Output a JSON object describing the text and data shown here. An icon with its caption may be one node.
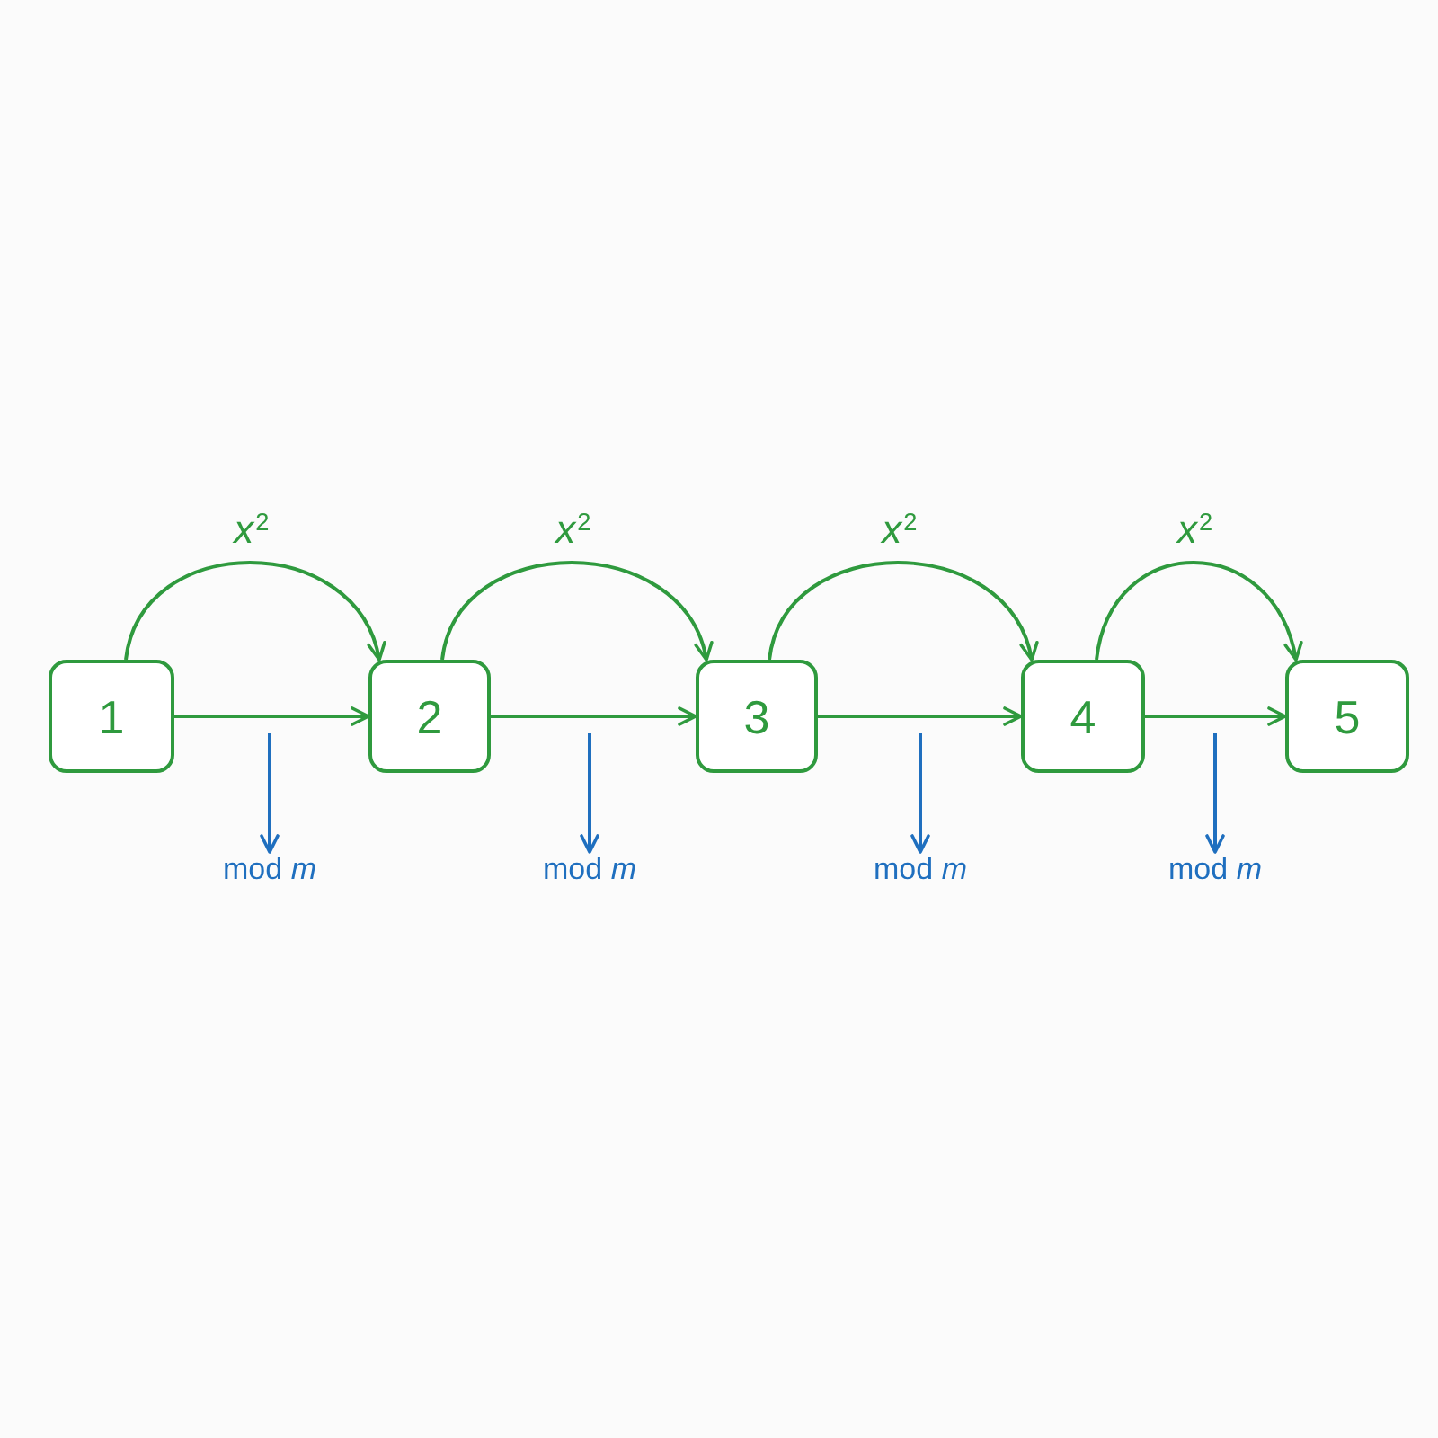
{
  "diagram": {
    "nodes": [
      {
        "text": [
          "1"
        ]
      },
      {
        "text": [
          "2"
        ]
      },
      {
        "text": [
          "3"
        ]
      },
      {
        "text": [
          "4"
        ]
      },
      {
        "text": [
          "5"
        ]
      },
      {
        "text": [
          "mod *m*"
        ]
      },
      {
        "text": [
          "mod *m*"
        ]
      },
      {
        "text": [
          "mod *m*"
        ]
      },
      {
        "text": [
          "mod *m*"
        ]
      }
    ],
    "edges": [
      {
        "from": 0,
        "to": 1,
        "arrow": "to",
        "label": "*x*$^{2}$"
      },
      {
        "from": 0,
        "to": 1,
        "arrow": "to"
      },
      {
        "from": null,
        "to": 5,
        "arrow": "to",
        "color": "#1f6fbf"
      },
      {
        "from": 1,
        "to": 2,
        "arrow": "to",
        "label": "*x*$^{2}$"
      },
      {
        "from": 1,
        "to": 2,
        "arrow": "to"
      },
      {
        "from": null,
        "to": 6,
        "arrow": "to",
        "color": "#1f6fbf"
      },
      {
        "from": 2,
        "to": 3,
        "arrow": "to",
        "label": "*x*$^{2}$"
      },
      {
        "from": 2,
        "to": 3,
        "arrow": "to"
      },
      {
        "from": null,
        "to": 7,
        "arrow": "to",
        "color": "#1f6fbf"
      },
      {
        "from": 3,
        "to": 4,
        "arrow": "to",
        "label": "*x*$^{2}$"
      },
      {
        "from": 3,
        "to": 4,
        "arrow": "to"
      },
      {
        "from": null,
        "to": 8,
        "arrow": "to",
        "color": "#1f6fbf"
      }
    ]
  }
}
